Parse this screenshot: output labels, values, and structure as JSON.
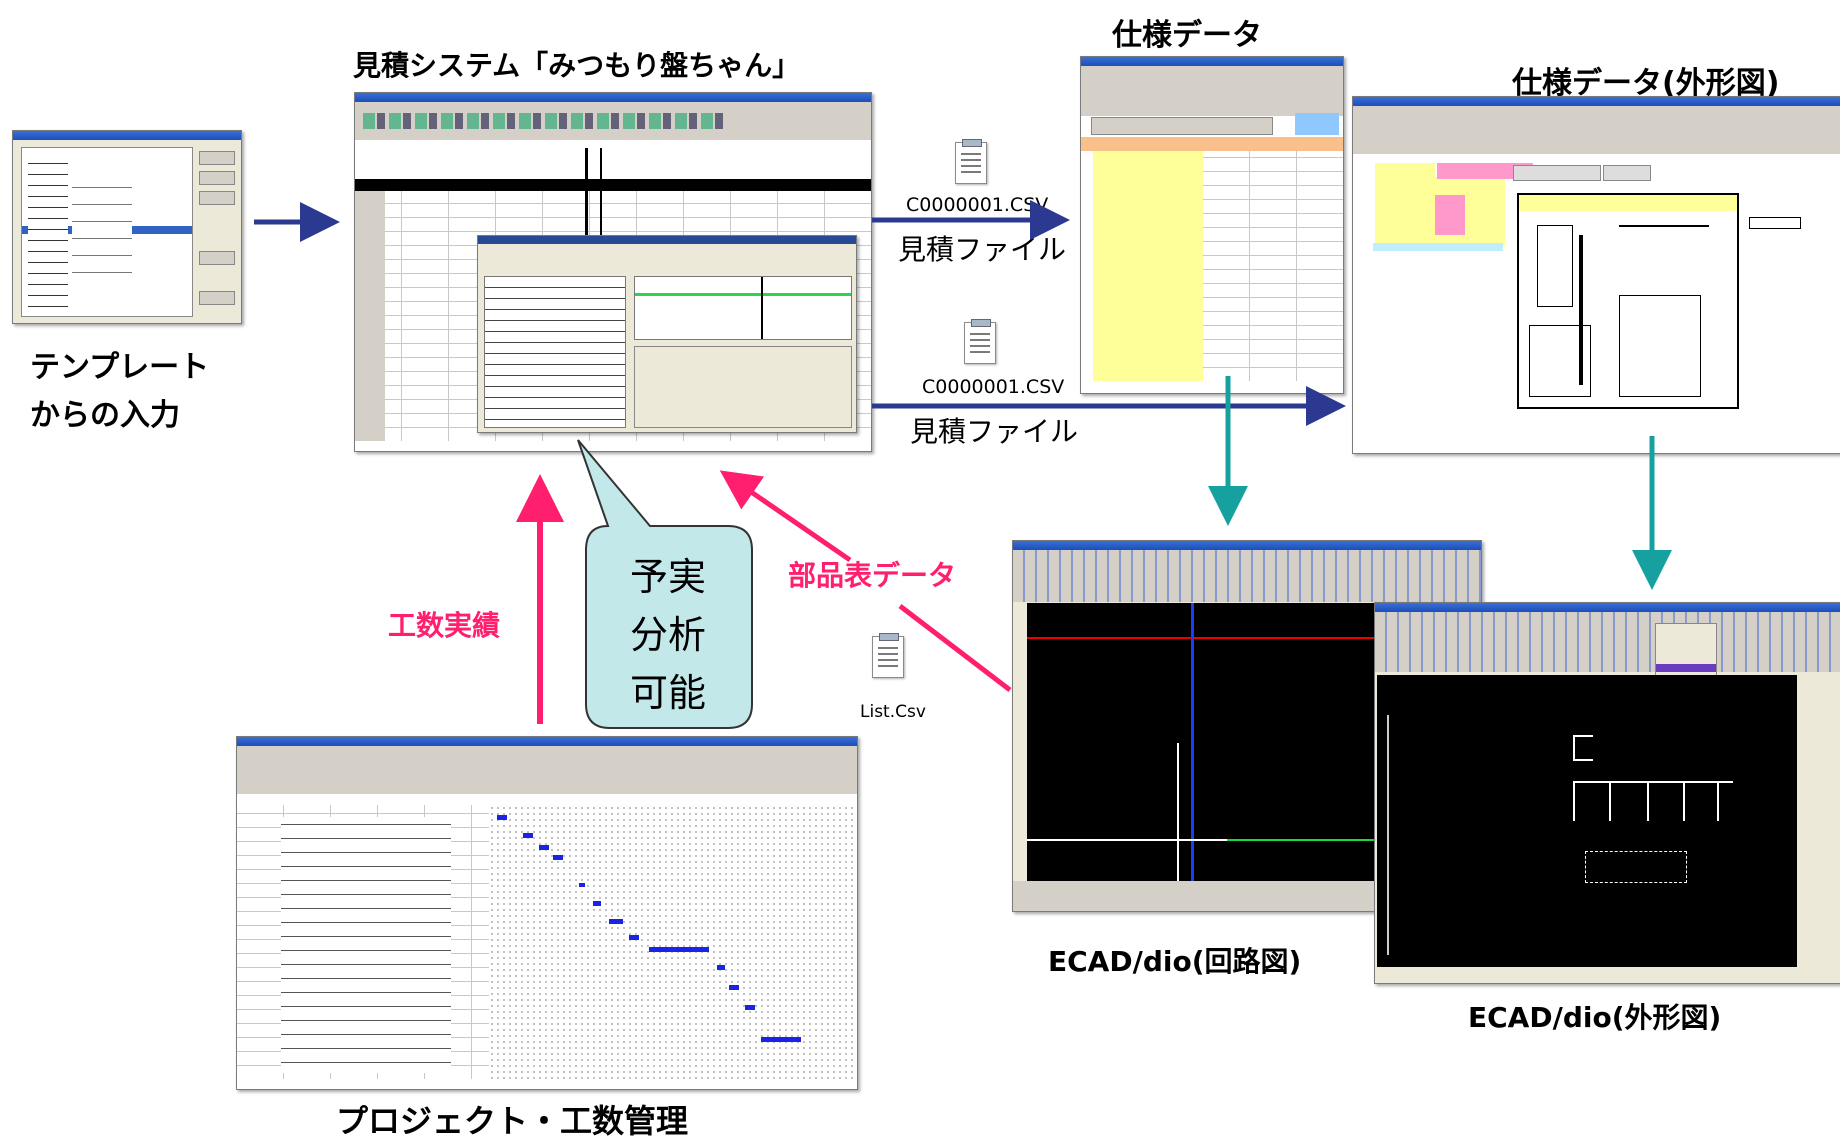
{
  "labels": {
    "estimate_system": "見積システム「みつもり盤ちゃん」",
    "spec_data": "仕様データ",
    "spec_outline": "仕様データ(外形図)",
    "template_line1": "テンプレート",
    "template_line2": "からの入力",
    "project_mgmt": "プロジェクト・工数管理",
    "ecad_circuit": "ECAD/dio(回路図)",
    "ecad_outline": "ECAD/dio(外形図)"
  },
  "files": {
    "csv1_name": "C0000001.CSV",
    "csv1_caption": "見積ファイル",
    "csv2_name": "C0000001.CSV",
    "csv2_caption": "見積ファイル",
    "list_name": "List.Csv"
  },
  "arrows": {
    "parts_list": "部品表データ",
    "man_hours": "工数実績"
  },
  "callout": {
    "line1": "予実",
    "line2": "分析",
    "line3": "可能"
  },
  "colors": {
    "navy_arrow": "#2b3990",
    "teal_arrow": "#17a0a0",
    "pink_arrow": "#ff1f6e",
    "callout_fill": "#c3e8ea"
  }
}
